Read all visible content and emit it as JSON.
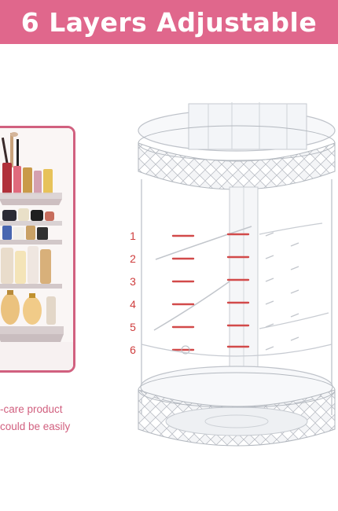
{
  "banner": {
    "title": "6 Layers Adjustable",
    "color": "#e0678c"
  },
  "captions": [
    "-care product",
    "could be easily"
  ],
  "layers": [
    "1",
    "2",
    "3",
    "4",
    "5",
    "6"
  ],
  "accent_colors": {
    "layer_marker": "#cf3d3d",
    "frame": "#d1607f"
  }
}
